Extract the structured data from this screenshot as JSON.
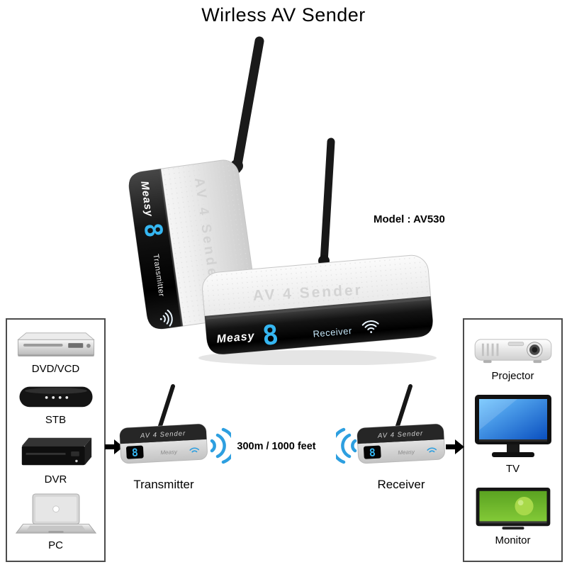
{
  "title": "Wirless AV Sender",
  "model": "Model : AV530",
  "device": {
    "brand": "Measy",
    "body_text": "AV 4 Sender",
    "display_digit": "8",
    "transmitter_panel_label": "Transmitter",
    "receiver_panel_label": "Receiver",
    "led_color": "#35b6f1"
  },
  "diagram": {
    "distance_label": "300m / 1000 feet",
    "transmitter_caption": "Transmitter",
    "receiver_caption": "Receiver",
    "small_device_text": "AV 4 Sender",
    "wifi_color": "#2d9fe0",
    "sources": [
      {
        "label": "DVD/VCD",
        "icon": "dvd-player-icon"
      },
      {
        "label": "STB",
        "icon": "set-top-box-icon"
      },
      {
        "label": "DVR",
        "icon": "dvr-icon"
      },
      {
        "label": "PC",
        "icon": "laptop-icon"
      }
    ],
    "sinks": [
      {
        "label": "Projector",
        "icon": "projector-icon"
      },
      {
        "label": "TV",
        "icon": "tv-icon"
      },
      {
        "label": "Monitor",
        "icon": "monitor-icon"
      }
    ]
  }
}
